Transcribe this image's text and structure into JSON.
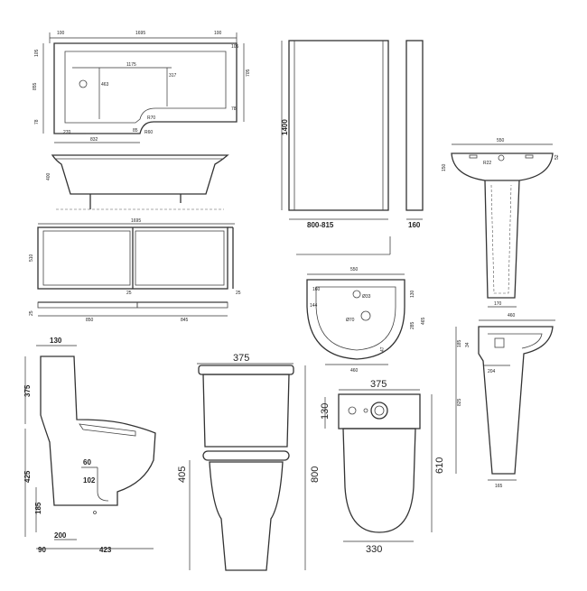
{
  "title": "",
  "bath_plan": {
    "overall_width": "1695",
    "left_margin": "100",
    "right_margin": "100",
    "left_top": "105",
    "right_top": "105",
    "height_left": "855",
    "height_right": "705",
    "inner_len": "1175",
    "inner_h1": "463",
    "inner_h2": "317",
    "left_bottom": "78",
    "right_bottom": "78",
    "waste_offset": "270",
    "base_len": "832",
    "curve_a": "85",
    "curve_r1": "R70",
    "curve_r2": "R60"
  },
  "bath_side": {
    "height": "400"
  },
  "bath_panel": {
    "length": "1695",
    "height": "510",
    "end_depth": "25",
    "plinth_small": "25",
    "plinth_a": "850",
    "plinth_b": "845",
    "plinth_h": "25"
  },
  "bath_screen": {
    "height": "1400",
    "width": "800-815",
    "depth": "160"
  },
  "basin_front": {
    "width": "550",
    "bowl_depth": "150",
    "top_offset": "52",
    "radius": "R22",
    "pedestal_base": "170"
  },
  "basin_plan": {
    "width": "550",
    "lip": "160",
    "tap_hole": "Ø33",
    "waste": "Ø70",
    "side_a": "130",
    "side_b": "144",
    "depth": "465",
    "center": "285",
    "bottom": "47",
    "back_width": "460"
  },
  "basin_side": {
    "width": "460",
    "a": "185",
    "b": "34",
    "c": "204",
    "height": "825",
    "pedestal_depth": "165"
  },
  "wc_side": {
    "cistern_h": "130",
    "top_h": "375",
    "seat_h": "425",
    "pan_h": "185",
    "outlet_x": "60",
    "outlet_h": "102",
    "floor_a": "200",
    "floor_b": "90",
    "overall_depth": "423"
  },
  "wc_front": {
    "width": "375",
    "seat_h": "405",
    "height": "800"
  },
  "wc_plan": {
    "width": "375",
    "cistern_depth": "130",
    "length": "610",
    "base_width": "330"
  }
}
